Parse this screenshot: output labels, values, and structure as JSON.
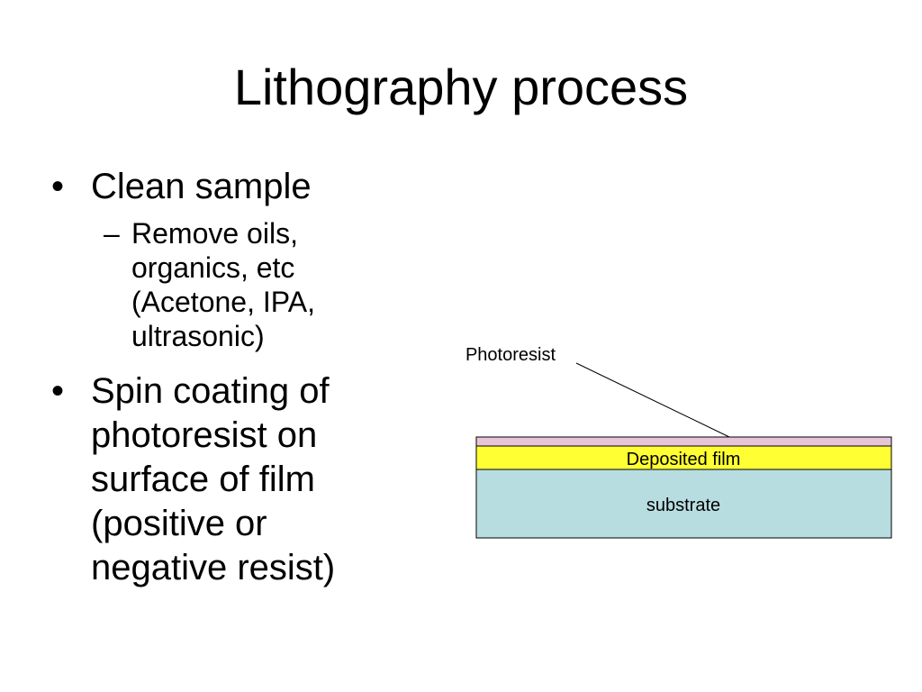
{
  "slide": {
    "title": "Lithography process"
  },
  "bullets": [
    {
      "text": "Clean sample",
      "sub": [
        "Remove oils, organics, etc (Acetone, IPA, ultrasonic)"
      ]
    },
    {
      "text": "Spin coating of photoresist on surface of film (positive or negative resist)"
    }
  ],
  "diagram": {
    "callout_label": "Photoresist",
    "layers": [
      {
        "name": "Photoresist",
        "label": "",
        "color": "#e6c6d6"
      },
      {
        "name": "Deposited film",
        "label": "Deposited film",
        "color": "#ffff33"
      },
      {
        "name": "substrate",
        "label": "substrate",
        "color": "#b8dde0"
      }
    ]
  }
}
